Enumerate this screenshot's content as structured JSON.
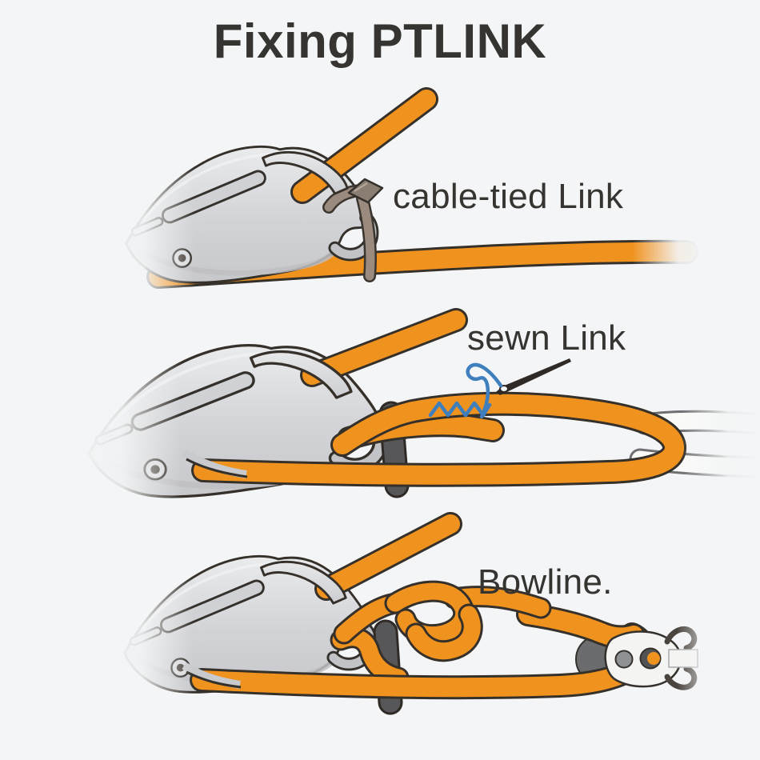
{
  "title": "Fixing PTLINK",
  "sections": [
    {
      "id": "cable-tied",
      "label": "cable-tied Link"
    },
    {
      "id": "sewn",
      "label": "sewn Link"
    },
    {
      "id": "bowline",
      "label": "Bowline."
    }
  ],
  "colors": {
    "background": "#f3f5f6",
    "rope_orange": "#F0921E",
    "outline": "#36302A",
    "device_gray": "#D3D4D6",
    "pin_gray": "#57575A",
    "cable_tie_tan": "#9A8B7E",
    "thread_blue": "#3F7FBE",
    "ring_white": "#FAFAF8",
    "text_dark": "#353431"
  }
}
